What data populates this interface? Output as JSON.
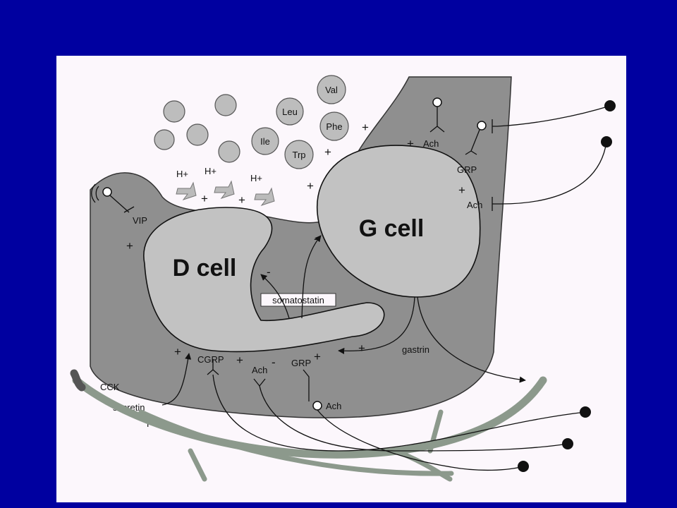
{
  "slide": {
    "background": "#0000a0",
    "panel_background": "#fcf7fc"
  },
  "colors": {
    "tissue": "#8f8f8f",
    "cell": "#c2c2c2",
    "fiber": "#8c998c",
    "outline": "#111111"
  },
  "cells": {
    "g_cell": "G cell",
    "d_cell": "D cell"
  },
  "amino_acids": [
    "Val",
    "Leu",
    "Phe",
    "Ile",
    "Trp"
  ],
  "h_ions": [
    "H+",
    "H+",
    "H+"
  ],
  "mediators": {
    "somatostatin": "somatostatin",
    "gastrin": "gastrin",
    "vip": "VIP",
    "ach_top": "Ach",
    "grp_top": "GRP",
    "ach_right": "Ach",
    "cgrp": "CGRP",
    "ach_bottom": "Ach",
    "grp_bottom": "GRP",
    "ach_lower": "Ach",
    "cck": "CCK",
    "secretin": "secretin",
    "pyy": "PYY"
  },
  "signs": {
    "lumen_1": "+",
    "lumen_2": "+",
    "lumen_3": "+",
    "lumen_4": "+",
    "lumen_5": "+",
    "ach_top": "+",
    "grp_top": "+",
    "vip": "+",
    "somatostatin_d": "-",
    "somatostatin_g": "-",
    "gastrin": "+",
    "secretin": "+",
    "cgrp": "+",
    "ach_bottom": "-",
    "grp_bottom": "+"
  }
}
